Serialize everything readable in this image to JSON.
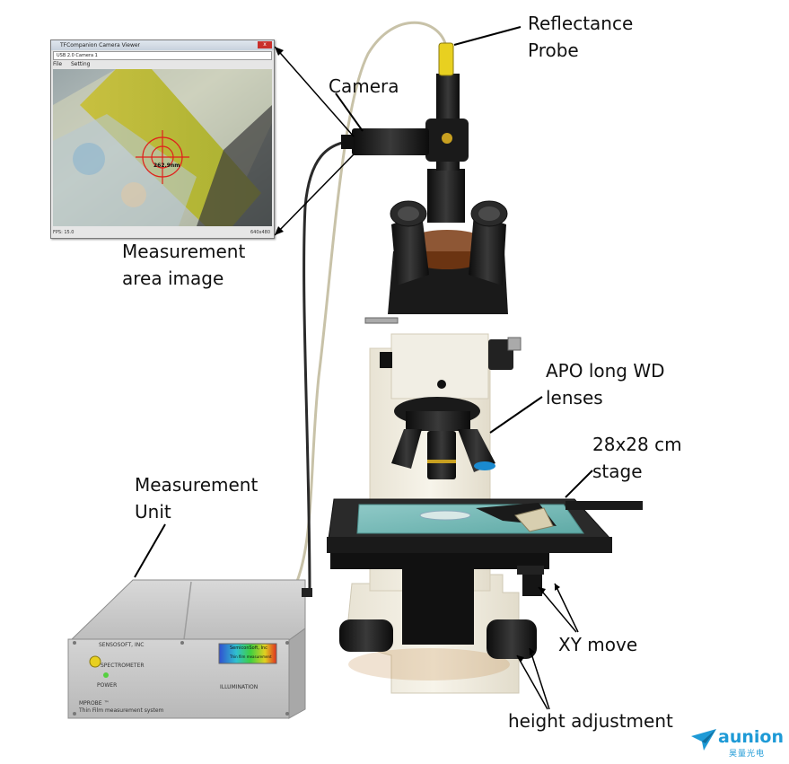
{
  "labels": {
    "reflectance_probe": [
      "Reflectance",
      "Probe"
    ],
    "camera": "Camera",
    "measurement_area_image": [
      "Measurement",
      "area image"
    ],
    "apo_lenses": [
      "APO long WD",
      "lenses"
    ],
    "stage": [
      "28x28 cm",
      "stage"
    ],
    "measurement_unit": [
      "Measurement",
      "Unit"
    ],
    "xy_move": "XY move",
    "height_adjustment": "height adjustment"
  },
  "camera_window": {
    "title": "TFCompanion Camera Viewer",
    "close": "x",
    "source": "USB 2.0 Camera 1",
    "menu": [
      "File",
      "Setting"
    ],
    "crosshair_readout": "262.9nm",
    "fps": "FPS: 15.0",
    "resolution": "640x480"
  },
  "measurement_unit_box": {
    "brand": "SENSOSOFT, INC",
    "spectrometer": "SPECTROMETER",
    "power": "POWER",
    "illumination": "ILLUMINATION",
    "model": "MPROBE ™",
    "subtitle": "Thin Film measurement system",
    "panel": "SemiconSoft, Inc",
    "panel_sub": "Thin film measurement"
  },
  "brand": {
    "name": "aunion",
    "sub": "昊量光电"
  },
  "colors": {
    "brand_blue": "#1e9ad6",
    "crosshair": "#e0201c",
    "probe_yellow": "#e8d020"
  }
}
